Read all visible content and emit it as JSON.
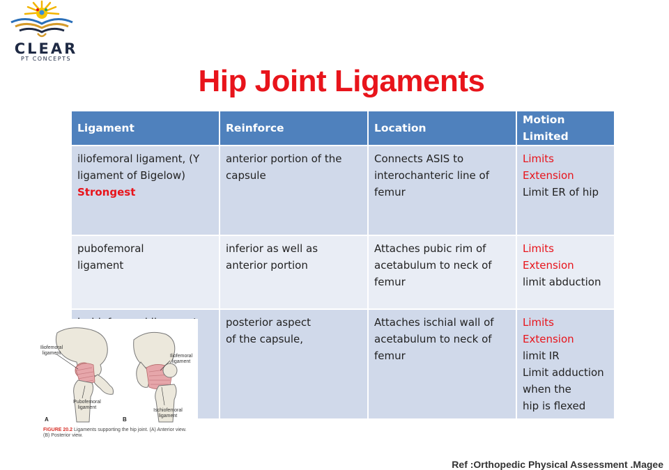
{
  "logo": {
    "word": "CLEAR",
    "sub": "PT CONCEPTS"
  },
  "title": "Hip Joint Ligaments",
  "table": {
    "headers": [
      "Ligament",
      "Reinforce",
      "Location",
      "Motion Limited"
    ],
    "rows": [
      {
        "ligament": [
          "iliofemoral ligament, (Y",
          "ligament of Bigelow)"
        ],
        "ligament_highlight": "Strongest",
        "reinforce": [
          "anterior portion of the",
          "capsule"
        ],
        "location": [
          "Connects ASIS to",
          "interochanteric line of",
          "femur"
        ],
        "motion_highlight": "Limits Extension",
        "motion": [
          "Limit ER of hip"
        ]
      },
      {
        "ligament": [
          "pubofemoral",
          "ligament"
        ],
        "reinforce": [
          "inferior as well as",
          "anterior portion"
        ],
        "location": [
          "Attaches pubic rim of",
          "acetabulum to neck of",
          "femur"
        ],
        "motion_highlight": "Limits Extension",
        "motion": [
          "limit abduction"
        ]
      },
      {
        "ligament": [
          "ischiofemoral ligament"
        ],
        "reinforce": [
          "posterior aspect",
          "of the capsule,"
        ],
        "location": [
          "Attaches ischial wall of",
          "acetabulum to neck of",
          "femur"
        ],
        "motion_highlight": "Limits Extension",
        "motion": [
          "limit IR",
          "Limit adduction when the",
          "hip is flexed"
        ]
      }
    ]
  },
  "figure": {
    "labels": {
      "iliofemoral_a": [
        "Iliofemoral",
        "ligament"
      ],
      "pubofemoral": [
        "Pubofemoral",
        "ligament"
      ],
      "iliofemoral_b": [
        "Iliofemoral",
        "ligament"
      ],
      "ischiofemoral": [
        "Ischiofemoral",
        "ligament"
      ]
    },
    "letter_a": "A",
    "letter_b": "B",
    "caption_prefix": "FIGURE 20.2",
    "caption_text": "Ligaments supporting the hip joint. (A) Anterior view.",
    "caption_text2": "(B) Posterior view."
  },
  "reference": "Ref :Orthopedic Physical Assessment .Magee"
}
